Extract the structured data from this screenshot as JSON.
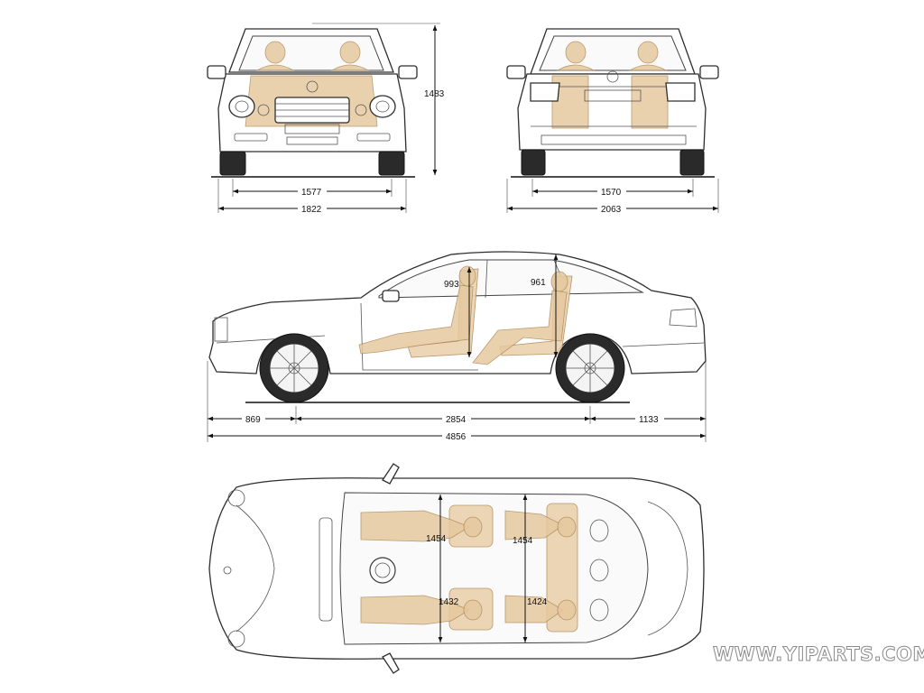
{
  "front_view": {
    "height": "1483",
    "track": "1577",
    "width": "1822"
  },
  "rear_view": {
    "track": "1570",
    "width_mirrors": "2063"
  },
  "side_view": {
    "front_overhang": "869",
    "wheelbase": "2854",
    "rear_overhang": "1133",
    "length": "4856",
    "front_headroom": "993",
    "rear_headroom": "961"
  },
  "top_view": {
    "front_shoulder": "1454",
    "rear_shoulder": "1454",
    "front_hip": "1432",
    "rear_hip": "1424"
  },
  "watermark": "WWW.YIPARTS.COM",
  "colors": {
    "occupant": "#e6c9a0",
    "line": "#3a3a3a"
  }
}
